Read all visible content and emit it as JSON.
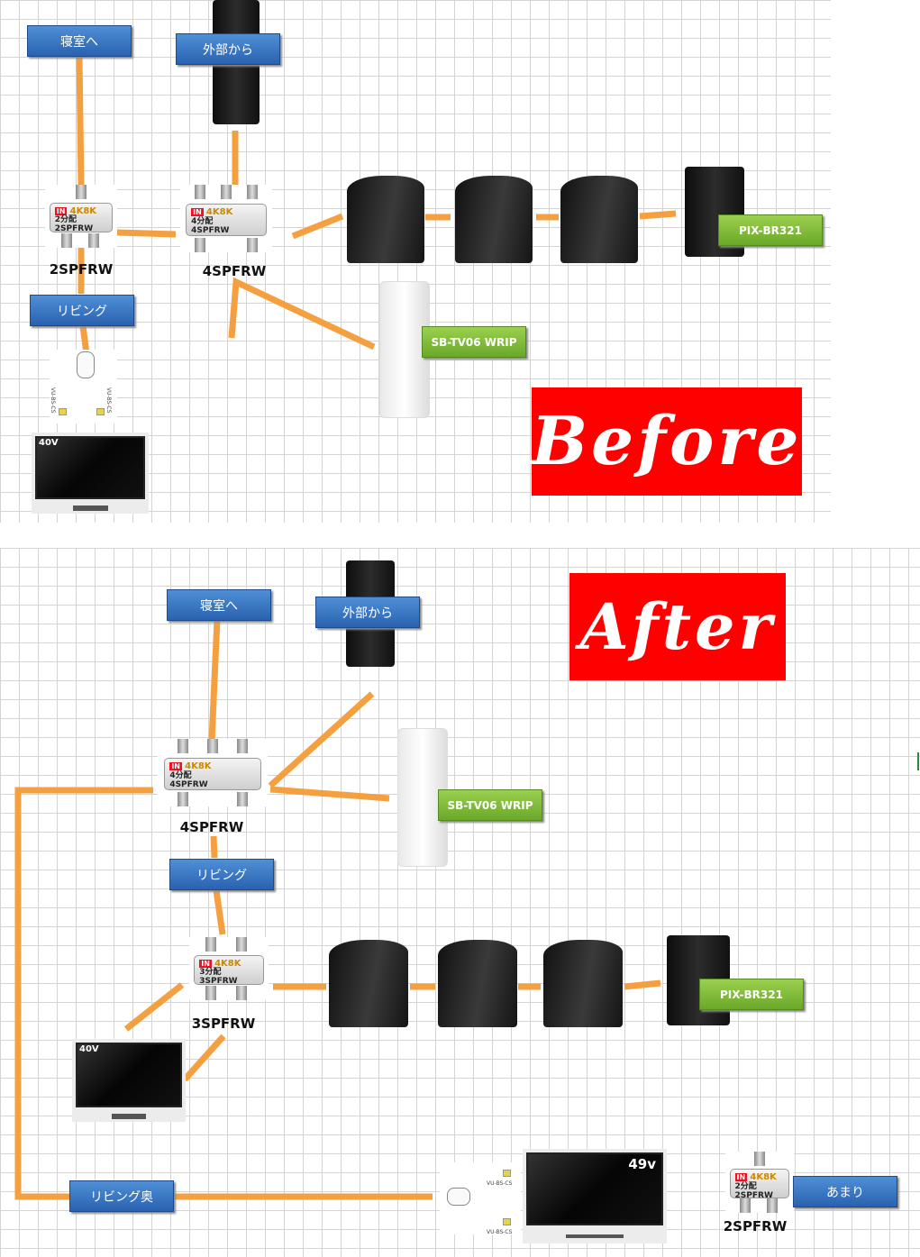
{
  "before": {
    "title": "Before",
    "labels": {
      "bedroom": "寝室へ",
      "outside": "外部から",
      "living": "リビング",
      "pix": "PIX-BR321",
      "sbtv": "SB-TV06 WRIP"
    },
    "splitters": {
      "two": "2SPFRW",
      "four": "4SPFRW"
    },
    "tv": "40V",
    "cable_labels": [
      "VU-BS-CS",
      "VU-BS-CS"
    ]
  },
  "after": {
    "title": "After",
    "labels": {
      "bedroom": "寝室へ",
      "outside": "外部から",
      "living": "リビング",
      "pix": "PIX-BR321",
      "sbtv": "SB-TV06 WRIP",
      "living_back": "リビング奥",
      "spare": "あまり"
    },
    "splitters": {
      "four": "4SPFRW",
      "three": "3SPFRW",
      "two": "2SPFRW"
    },
    "tv_small": "40V",
    "tv_large": "49v",
    "cable_labels": [
      "VU-BS-CS",
      "VU-BS-CS"
    ]
  },
  "splitter_print": {
    "in": "IN",
    "brand": "4K8K",
    "four_type": "4分配",
    "three_type": "3分配",
    "two_type": "2分配"
  },
  "colors": {
    "wire": "#f5a040",
    "label_blue": "#3a78c8",
    "label_green": "#7ab83a",
    "title_red": "#ff0000"
  }
}
